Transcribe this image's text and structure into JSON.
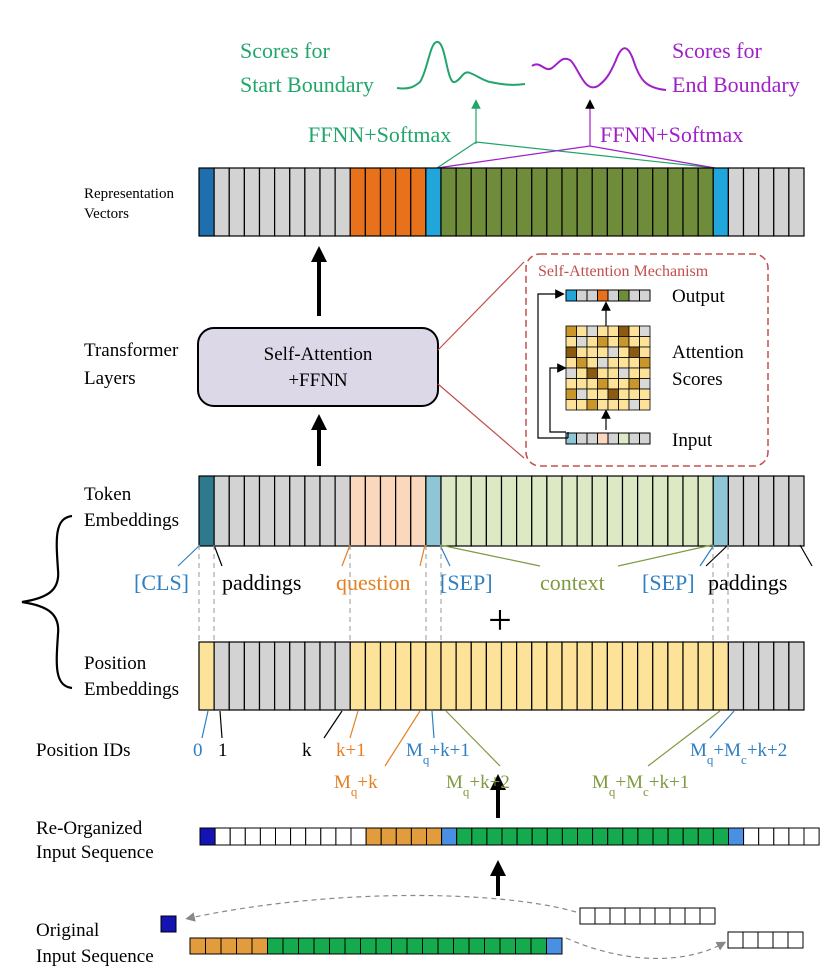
{
  "colors": {
    "grey": "#d3d3d3",
    "orange_dark": "#e8711b",
    "green_dark": "#6f8c3a",
    "blue_dark": "#1f6faf",
    "blue_light": "#21a6dc",
    "teal": "#2e7a8c",
    "peach": "#fbd7bd",
    "green_light": "#dde8c4",
    "blue_pale": "#8fc6d6",
    "yellow": "#fde39a",
    "seq_blue": "#1414b4",
    "seq_orange": "#e29b3d",
    "seq_green": "#15aa4d",
    "seq_lightblue": "#4a90e2",
    "scores_start": "#22a56a",
    "scores_end": "#a020c8",
    "sep_label": "#2f7fc1",
    "question_label": "#e57f22",
    "context_label": "#7f9a41",
    "attention_box": "#c0504d"
  },
  "scores": {
    "start": [
      "Scores for",
      "Start Boundary"
    ],
    "end": [
      "Scores for",
      "End Boundary"
    ]
  },
  "ffnn": {
    "left": "FFNN+Softmax",
    "right": "FFNN+Softmax"
  },
  "rows": {
    "representation": [
      "Representation",
      "Vectors"
    ],
    "transformer": [
      "Transformer",
      "Layers"
    ],
    "token": [
      "Token",
      "Embeddings"
    ],
    "position": [
      "Position",
      "Embeddings"
    ],
    "position_ids": "Position IDs",
    "reorganized": [
      "Re-Organized",
      "Input Sequence"
    ],
    "original": [
      "Original",
      "Input Sequence"
    ]
  },
  "transformer_box": {
    "line1": "Self-Attention",
    "line2": "+FFNN"
  },
  "attention_inset": {
    "title": "Self-Attention Mechanism",
    "output": "Output",
    "scores": [
      "Attention",
      "Scores"
    ],
    "input": "Input"
  },
  "segments": {
    "cls": "[CLS]",
    "paddings1": "paddings",
    "question": "question",
    "sep1": "[SEP]",
    "context": "context",
    "sep2": "[SEP]",
    "paddings2": "paddings"
  },
  "plus": "+",
  "pos_ids": {
    "zero": "0",
    "one": "1",
    "k": "k",
    "k1": "k+1",
    "mqk": "M_q+k",
    "mqk1": "M_q+k+1",
    "mqk2": "M_q+k+2",
    "mqmck1": "M_q+M_c+k+1",
    "mqmck2": "M_q+M_c+k+2"
  }
}
